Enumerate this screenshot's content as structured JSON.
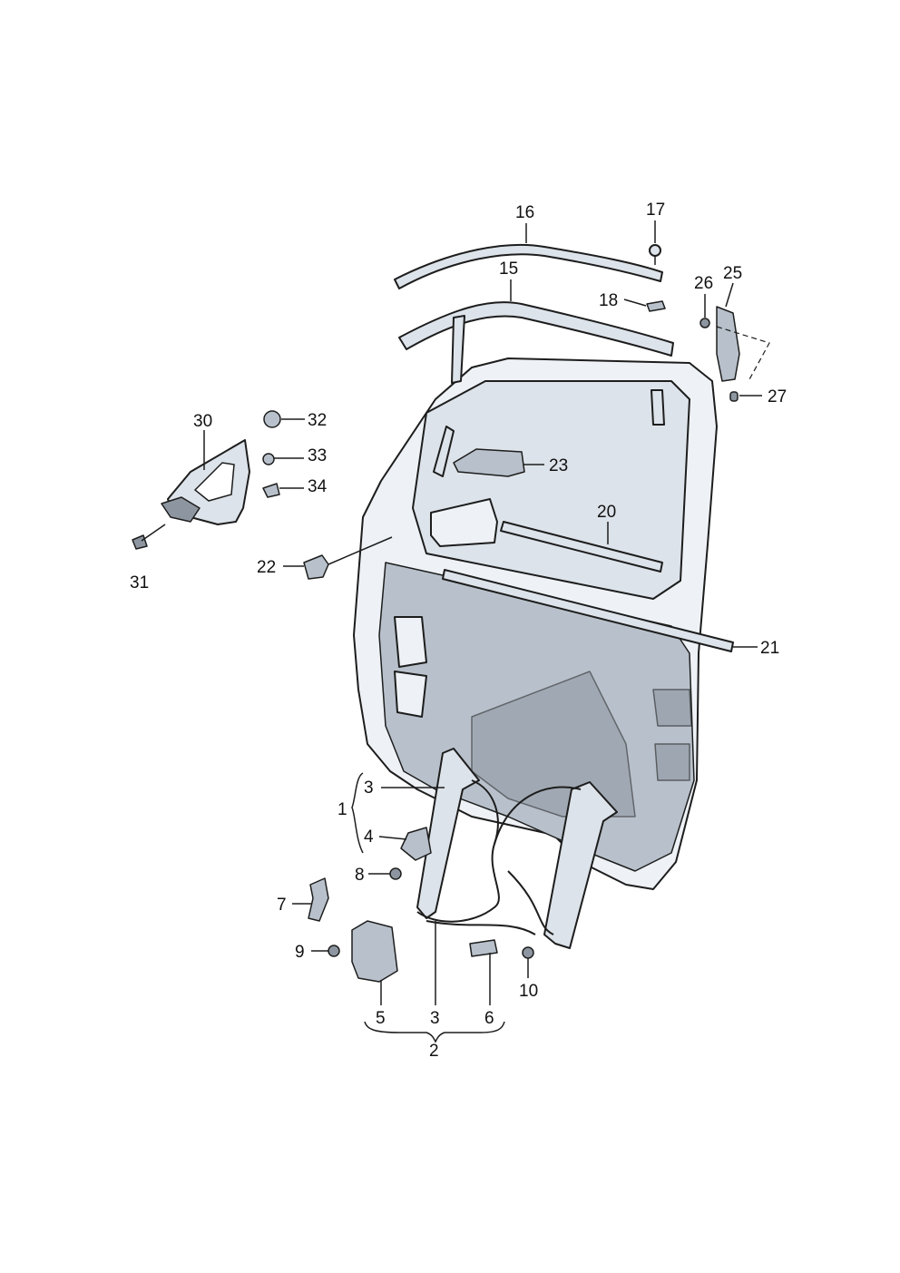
{
  "callouts": {
    "c1": "1",
    "c2": "2",
    "c3a": "3",
    "c3b": "3",
    "c4": "4",
    "c5": "5",
    "c6": "6",
    "c7": "7",
    "c8": "8",
    "c9": "9",
    "c10": "10",
    "c15": "15",
    "c16": "16",
    "c17": "17",
    "c18": "18",
    "c20": "20",
    "c21": "21",
    "c22": "22",
    "c23": "23",
    "c25": "25",
    "c26": "26",
    "c27": "27",
    "c30": "30",
    "c31": "31",
    "c32": "32",
    "c33": "33",
    "c34": "34"
  },
  "colors": {
    "part_fill": "#dde3ea",
    "outline": "#1d1d1d",
    "shade": "#8d96a0"
  }
}
